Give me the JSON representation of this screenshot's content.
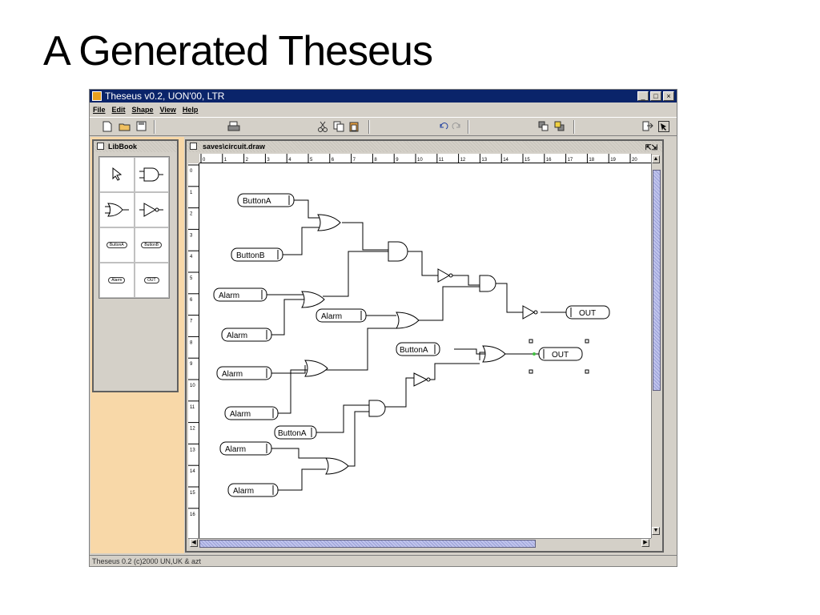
{
  "slide": {
    "title": "A Generated Theseus"
  },
  "window": {
    "title": "Theseus v0.2, UON'00, LTR",
    "buttons": {
      "minimize": "_",
      "maximize": "□",
      "close": "×"
    }
  },
  "menu": {
    "items": [
      "File",
      "Edit",
      "Shape",
      "View",
      "Help"
    ]
  },
  "toolbar": {
    "new_icon": "new-file-icon",
    "open_icon": "open-folder-icon",
    "save_icon": "save-icon",
    "print_icon": "printer-icon",
    "cut_icon": "scissors-icon",
    "copy_icon": "copy-icon",
    "paste_icon": "paste-icon",
    "undo_icon": "undo-icon",
    "redo_icon": "redo-icon",
    "front_icon": "bring-front-icon",
    "back_icon": "send-back-icon",
    "exit_icon": "exit-icon",
    "select_icon": "pointer-icon"
  },
  "libbook": {
    "title": "LibBook",
    "items": [
      "pointer",
      "and-gate",
      "or-gate",
      "not-gate",
      "ButtonA",
      "ButtonB",
      "Alarm",
      "OUT"
    ]
  },
  "document": {
    "title": "saves\\circuit.draw",
    "ruler_top": [
      "0",
      "1",
      "2",
      "3",
      "4",
      "5",
      "6",
      "7",
      "8",
      "9",
      "10",
      "11",
      "12",
      "13",
      "14",
      "15",
      "16",
      "17",
      "18",
      "19",
      "20"
    ],
    "ruler_left": [
      "0",
      "1",
      "2",
      "3",
      "4",
      "5",
      "6",
      "7",
      "8",
      "9",
      "10",
      "11",
      "12",
      "13",
      "14",
      "15",
      "16"
    ],
    "labels": {
      "buttonA_1": "ButtonA",
      "buttonB": "ButtonB",
      "alarm_1": "Alarm",
      "alarm_2": "Alarm",
      "alarm_3": "Alarm",
      "alarm_4": "Alarm",
      "alarm_5": "Alarm",
      "alarm_6": "Alarm",
      "alarm_7": "Alarm",
      "buttonA_2": "ButtonA",
      "buttonA_3": "ButtonA",
      "out_1": "OUT",
      "out_2": "OUT"
    }
  },
  "status": "Theseus 0.2 (c)2000 UN,UK & azt",
  "colors": {
    "titlebar": "#0a246a",
    "panel": "#d4d0c8",
    "background": "#f8d8a8"
  }
}
